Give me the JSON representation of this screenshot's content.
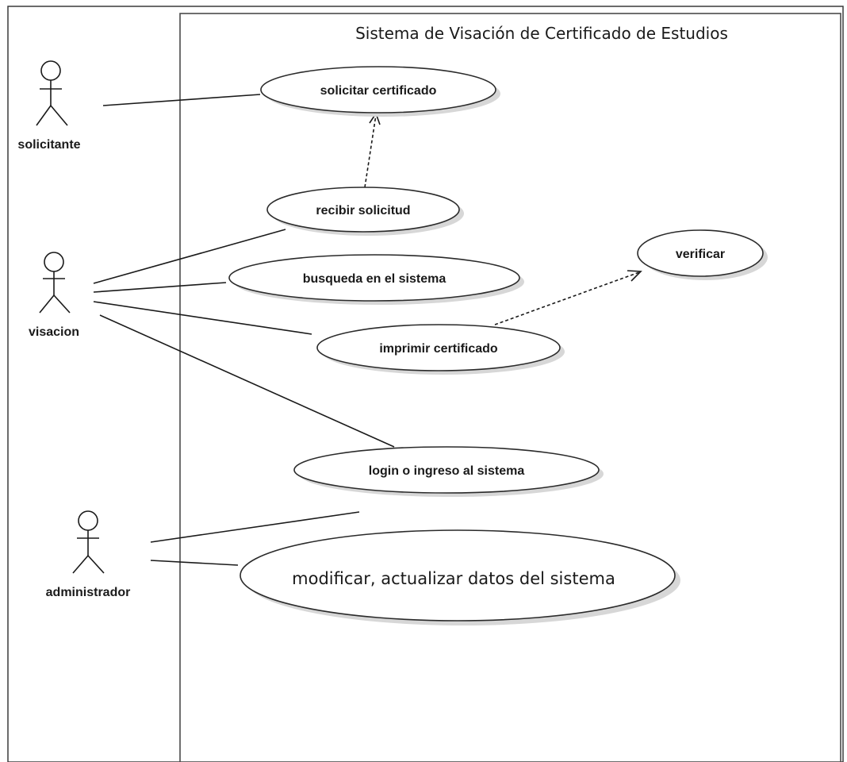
{
  "system": {
    "title": "Sistema de Visación de Certificado de Estudios"
  },
  "actors": {
    "solicitante": "solicitante",
    "visacion": "visacion",
    "administrador": "administrador"
  },
  "use_cases": {
    "solicitar_certificado": "solicitar certificado",
    "recibir_solicitud": "recibir solicitud",
    "verificar": "verificar",
    "busqueda_en_el_sistema": "busqueda en el sistema",
    "imprimir_certificado": "imprimir certificado",
    "login": "login o ingreso al sistema",
    "modificar_datos": "modificar, actualizar datos del sistema"
  },
  "colors": {
    "line": "#1a1a1a",
    "shadow": "#d7d7d7",
    "background": "#ffffff"
  }
}
